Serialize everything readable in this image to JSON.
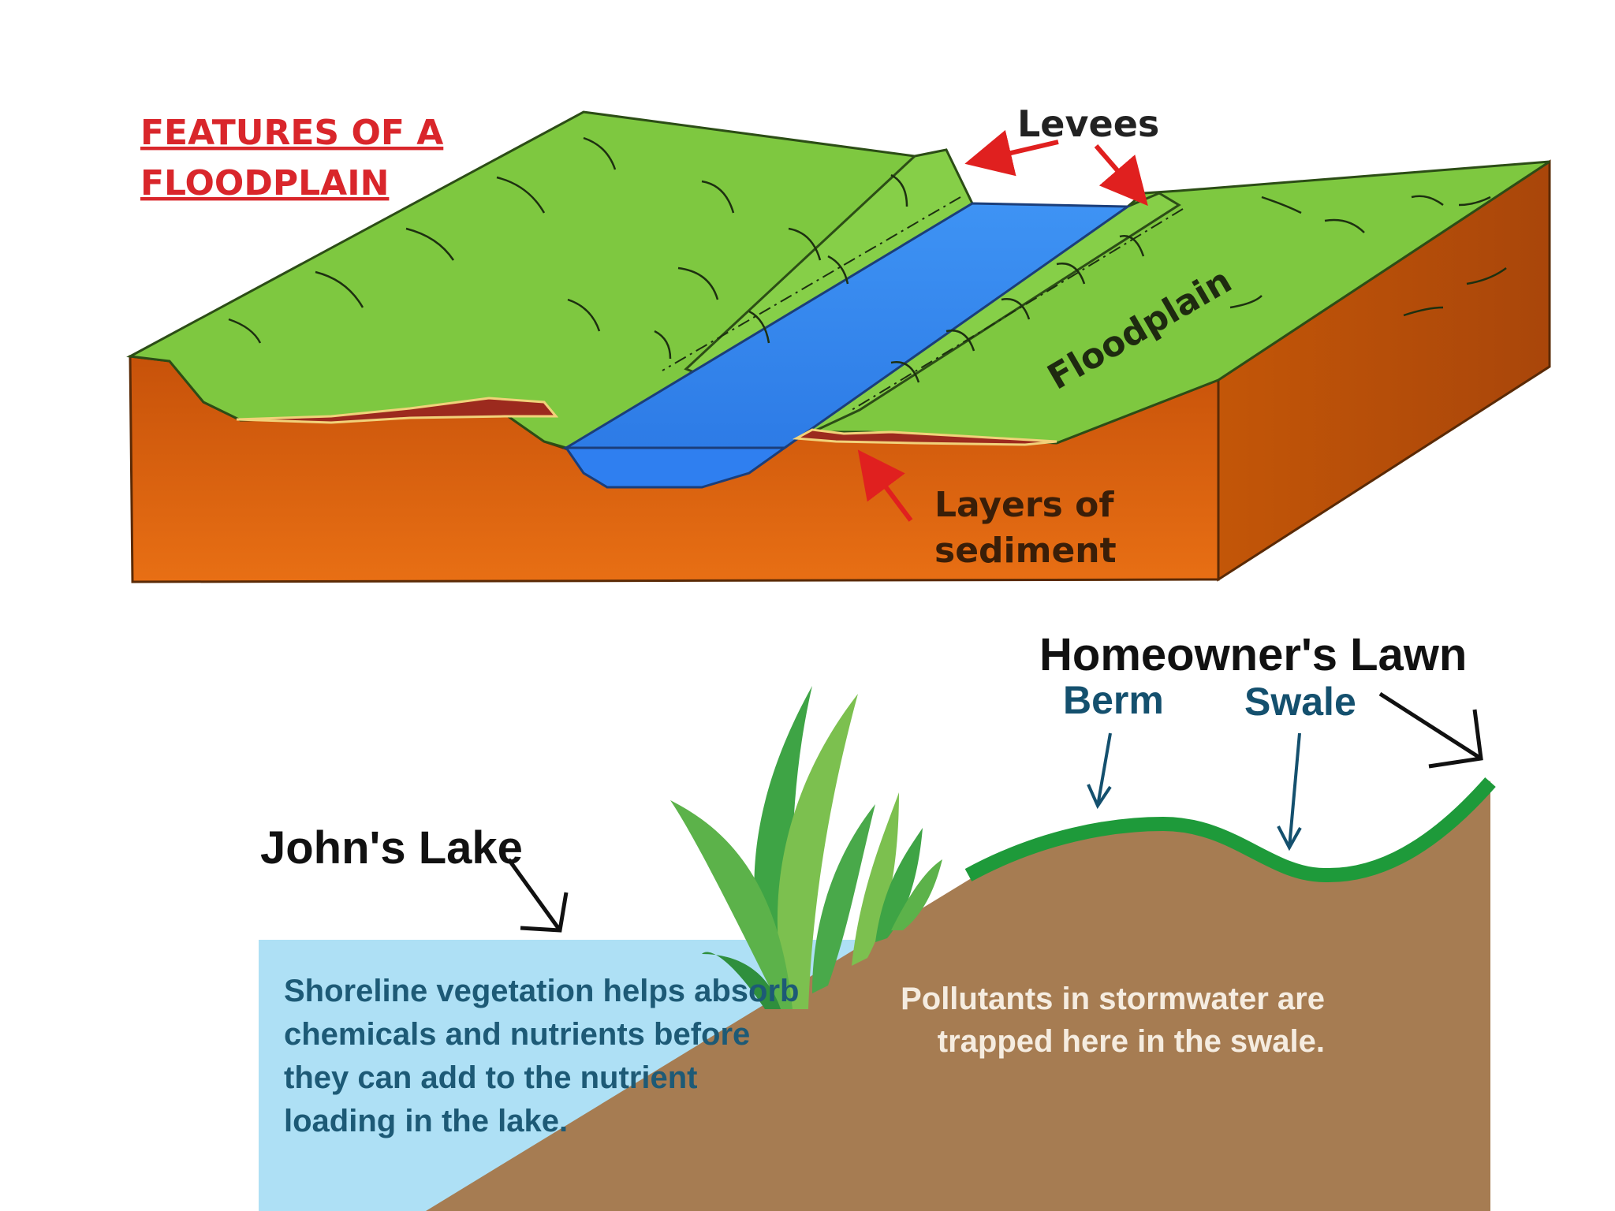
{
  "floodplain": {
    "title_line1": "FEATURES  OF A",
    "title_line2": "FLOODPLAIN",
    "levees_label": "Levees",
    "floodplain_label": "Floodplain",
    "sediment_line1": "Layers of",
    "sediment_line2": "sediment",
    "colors": {
      "grass": "#7ec840",
      "soil": "#d2600e",
      "water": "#3b8ef2",
      "arrow": "#e0201f"
    }
  },
  "lake": {
    "title": "John's Lake",
    "lawn_title": "Homeowner's Lawn",
    "berm_label": "Berm",
    "swale_label": "Swale",
    "shore_text": [
      "Shoreline vegetation helps absorb",
      "chemicals and nutrients before",
      "they can add to the nutrient",
      "loading in the lake."
    ],
    "pollutant_text": [
      "Pollutants in stormwater are",
      "trapped here in the swale."
    ],
    "colors": {
      "lake": "#aee0f5",
      "soil": "#a67c52",
      "lawn": "#1e9a3a",
      "text": "#1d5a76"
    }
  }
}
